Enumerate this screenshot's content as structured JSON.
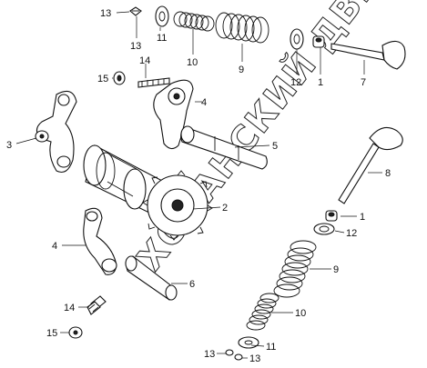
{
  "watermark": "ХОВАНСКИЙ ДВИЖОК",
  "callouts": [
    {
      "id": "c13a",
      "text": "13"
    },
    {
      "id": "c13b",
      "text": "13"
    },
    {
      "id": "c11a",
      "text": "11"
    },
    {
      "id": "c10a",
      "text": "10"
    },
    {
      "id": "c9a",
      "text": "9"
    },
    {
      "id": "c12a",
      "text": "12"
    },
    {
      "id": "c1a",
      "text": "1"
    },
    {
      "id": "c7",
      "text": "7"
    },
    {
      "id": "c14a",
      "text": "14"
    },
    {
      "id": "c15a",
      "text": "15"
    },
    {
      "id": "c4a",
      "text": "4"
    },
    {
      "id": "c3",
      "text": "3"
    },
    {
      "id": "c5",
      "text": "5"
    },
    {
      "id": "c8",
      "text": "8"
    },
    {
      "id": "c2",
      "text": "2"
    },
    {
      "id": "c1b",
      "text": "1"
    },
    {
      "id": "c12b",
      "text": "12"
    },
    {
      "id": "c4b",
      "text": "4"
    },
    {
      "id": "c9b",
      "text": "9"
    },
    {
      "id": "c6",
      "text": "6"
    },
    {
      "id": "c14b",
      "text": "14"
    },
    {
      "id": "c10b",
      "text": "10"
    },
    {
      "id": "c15b",
      "text": "15"
    },
    {
      "id": "c11b",
      "text": "11"
    },
    {
      "id": "c13c",
      "text": "13"
    },
    {
      "id": "c13d",
      "text": "13"
    }
  ]
}
